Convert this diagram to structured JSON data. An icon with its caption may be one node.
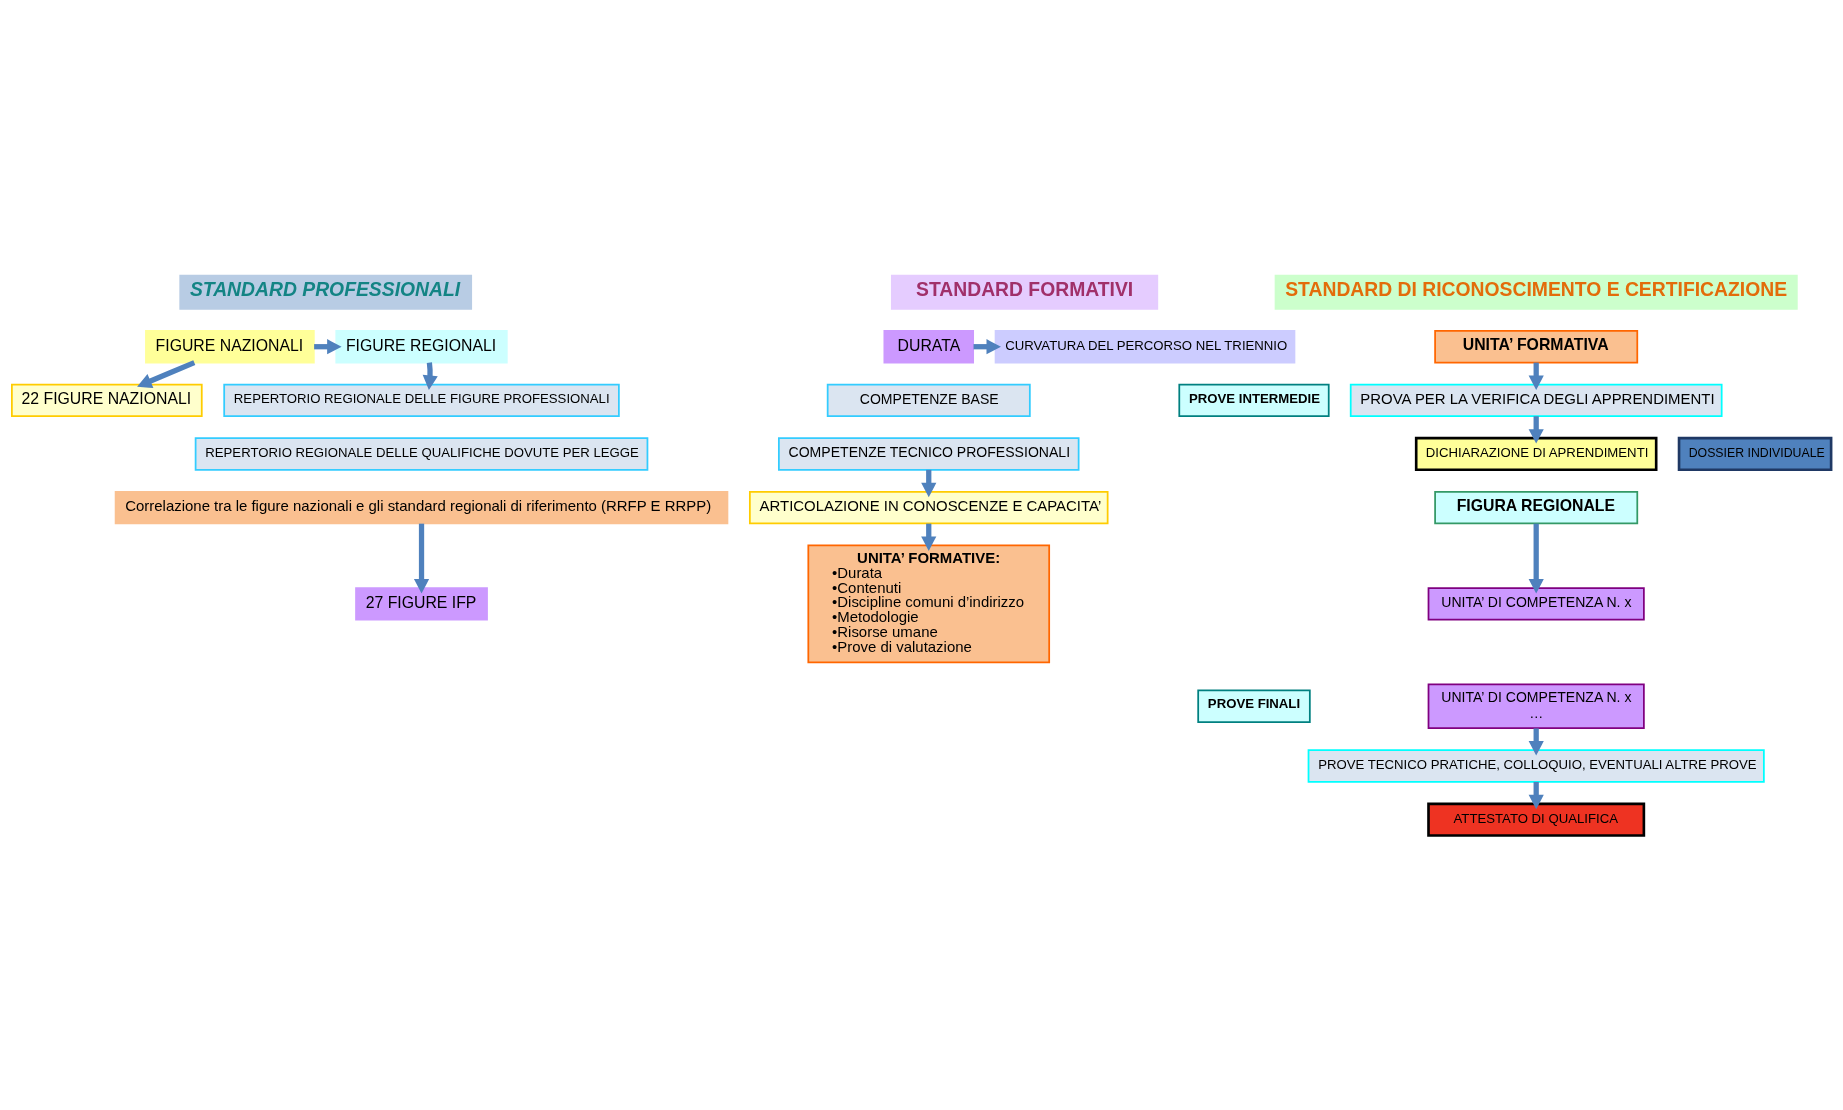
{
  "diagram": {
    "nodes": [
      {
        "text": [
          "STANDARD PROFESSIONALI"
        ]
      },
      {
        "text": [
          "STANDARD FORMATIVI"
        ]
      },
      {
        "text": [
          "STANDARD DI RICONOSCIMENTO E CERTIFICAZIONE"
        ]
      },
      {
        "text": [
          "FIGURE NAZIONALI"
        ]
      },
      {
        "text": [
          "FIGURE REGIONALI"
        ]
      },
      {
        "text": [
          "22 FIGURE NAZIONALI"
        ]
      },
      {
        "text": [
          "REPERTORIO REGIONALE DELLE FIGURE PROFESSIONALI"
        ]
      },
      {
        "text": [
          "REPERTORIO REGIONALE DELLE QUALIFICHE DOVUTE PER LEGGE"
        ]
      },
      {
        "text": [
          "Correlazione tra le figure nazionali e gli standard regionali di riferimento (RRFP E RRPP)"
        ]
      },
      {
        "text": [
          "27 FIGURE IFP"
        ]
      },
      {
        "text": [
          "DURATA"
        ]
      },
      {
        "text": [
          "CURVATURA DEL PERCORSO NEL TRIENNIO"
        ]
      },
      {
        "text": [
          "COMPETENZE BASE"
        ]
      },
      {
        "text": [
          "COMPETENZE TECNICO PROFESSIONALI"
        ]
      },
      {
        "text": [
          "ARTICOLAZIONE IN CONOSCENZE E CAPACITA’"
        ]
      },
      {
        "text": [
          "UNITA’ FORMATIVE:",
          "•Durata",
          "•Contenuti",
          "•Discipline comuni d’indirizzo",
          "•Metodologie",
          "•Risorse umane",
          "•Prove di valutazione"
        ]
      },
      {
        "text": [
          "PROVE INTERMEDIE"
        ]
      },
      {
        "text": [
          "UNITA’ FORMATIVA"
        ]
      },
      {
        "text": [
          "PROVA PER LA VERIFICA DEGLI APPRENDIMENTI"
        ]
      },
      {
        "text": [
          "DICHIARAZIONE DI APRENDIMENTI"
        ]
      },
      {
        "text": [
          "PROVE FINALI"
        ]
      },
      {
        "text": [
          "FIGURA REGIONALE"
        ]
      },
      {
        "text": [
          "UNITA’ DI COMPETENZA N. x"
        ]
      },
      {
        "text": [
          "UNITA’ DI COMPETENZA N. x",
          "…"
        ]
      },
      {
        "text": [
          "PROVE TECNICO PRATICHE, COLLOQUIO, EVENTUALI ALTRE PROVE"
        ]
      },
      {
        "text": [
          "ATTESTATO DI QUALIFICA"
        ]
      },
      {
        "text": [
          "DOSSIER INDIVIDUALE"
        ]
      }
    ],
    "edges": [
      {
        "from": 3,
        "to": 4,
        "arrow": "to"
      },
      {
        "from": 3,
        "to": 5,
        "arrow": "to"
      },
      {
        "from": 4,
        "to": 6,
        "arrow": "to"
      },
      {
        "from": 8,
        "to": 9,
        "arrow": "to"
      },
      {
        "from": 10,
        "to": 11,
        "arrow": "to"
      },
      {
        "from": 13,
        "to": 14,
        "arrow": "to"
      },
      {
        "from": 14,
        "to": 15,
        "arrow": "to"
      },
      {
        "from": 17,
        "to": 18,
        "arrow": "to"
      },
      {
        "from": 18,
        "to": 19,
        "arrow": "to"
      },
      {
        "from": 21,
        "to": 22,
        "arrow": "to"
      },
      {
        "from": 23,
        "to": 24,
        "arrow": "to"
      },
      {
        "from": 24,
        "to": 25,
        "arrow": "to"
      }
    ]
  }
}
